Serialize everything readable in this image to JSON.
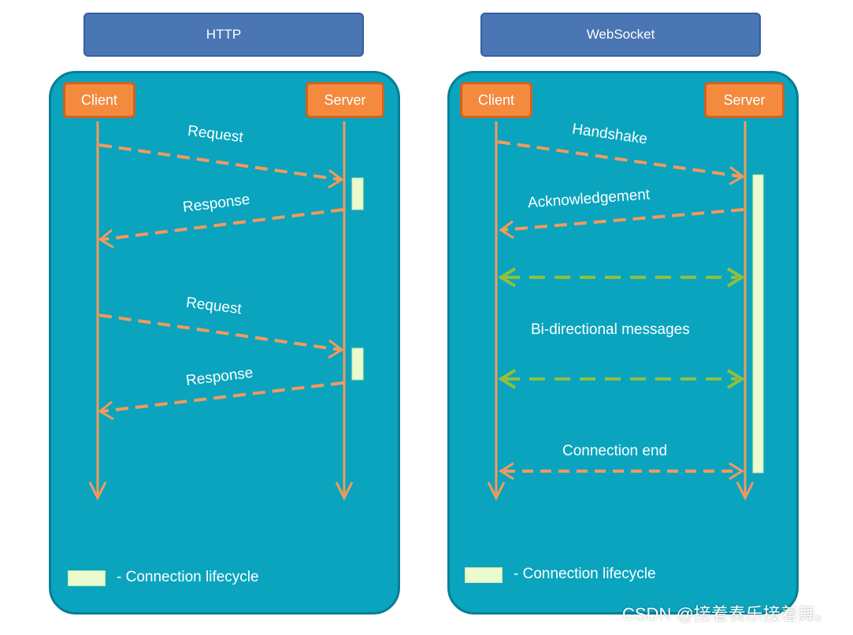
{
  "http": {
    "title": "HTTP",
    "client": "Client",
    "server": "Server",
    "messages": [
      {
        "label": "Request"
      },
      {
        "label": "Response"
      },
      {
        "label": "Request"
      },
      {
        "label": "Response"
      }
    ],
    "legend": "- Connection lifecycle"
  },
  "websocket": {
    "title": "WebSocket",
    "client": "Client",
    "server": "Server",
    "messages": [
      {
        "label": "Handshake"
      },
      {
        "label": "Acknowledgement"
      },
      {
        "label": "Bi-directional messages"
      },
      {
        "label": "Connection end"
      }
    ],
    "legend": "- Connection lifecycle"
  },
  "watermark": "CSDN @接着奏乐接着舞。",
  "colors": {
    "title_fill": "#4a76b4",
    "panel_fill": "#0aa4bf",
    "node_fill": "#f38a3e",
    "arrow_orange": "#f39a5a",
    "arrow_green": "#8fc03e",
    "lifecycle_bar": "#eafbcf"
  }
}
